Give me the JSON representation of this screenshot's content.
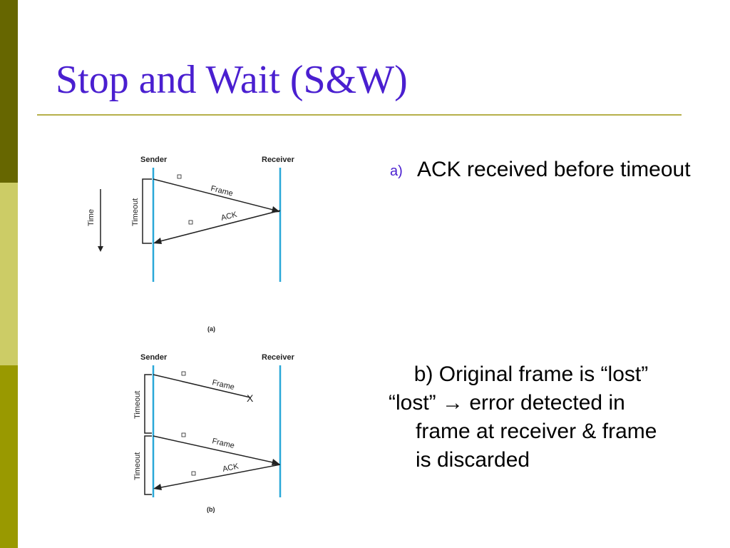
{
  "slide": {
    "title": "Stop and Wait (S&W)",
    "colors": {
      "title": "#4a1fd0",
      "rule": "#b6b04a",
      "bar_dark": "#666600",
      "bar_light": "#cccc66",
      "bar_mid": "#999900",
      "timeline": "#2aa8d8"
    }
  },
  "diagram_a": {
    "sender": "Sender",
    "receiver": "Receiver",
    "time": "Time",
    "timeout": "Timeout",
    "frame": "Frame",
    "ack": "ACK",
    "caption": "(a)"
  },
  "diagram_b": {
    "sender": "Sender",
    "receiver": "Receiver",
    "timeout_1": "Timeout",
    "timeout_2": "Timeout",
    "frame_1": "Frame",
    "lost_mark": "X",
    "frame_2": "Frame",
    "ack": "ACK",
    "caption": "(b)"
  },
  "text": {
    "a_marker": "a)",
    "a_body": "ACK received before timeout",
    "b_title": "b) Original frame is “lost”",
    "b_lost": "“lost” → error detected in frame at receiver & frame is discarded"
  }
}
